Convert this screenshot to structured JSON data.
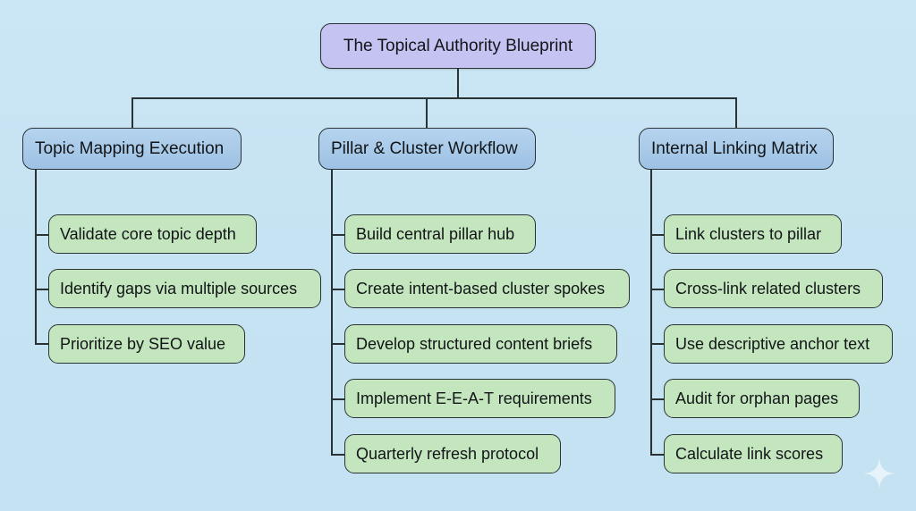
{
  "root": {
    "label": "The Topical Authority Blueprint"
  },
  "columns": [
    {
      "title": "Topic Mapping Execution",
      "items": [
        "Validate core topic depth",
        "Identify gaps via multiple sources",
        "Prioritize by SEO value"
      ]
    },
    {
      "title": "Pillar & Cluster Workflow",
      "items": [
        "Build central pillar hub",
        "Create intent-based cluster spokes",
        "Develop structured content briefs",
        "Implement E-E-A-T requirements",
        "Quarterly refresh protocol"
      ]
    },
    {
      "title": "Internal Linking Matrix",
      "items": [
        "Link clusters to pillar",
        "Cross-link related clusters",
        "Use descriptive anchor text",
        "Audit for orphan pages",
        "Calculate link scores"
      ]
    }
  ],
  "colors": {
    "root_fill": "#c5c3f2",
    "category_fill": "#aacbea",
    "leaf_fill": "#c4e6be",
    "stroke": "#2b3236",
    "background": "#c8e4f3"
  },
  "icons": {
    "watermark": "sparkle-icon"
  }
}
